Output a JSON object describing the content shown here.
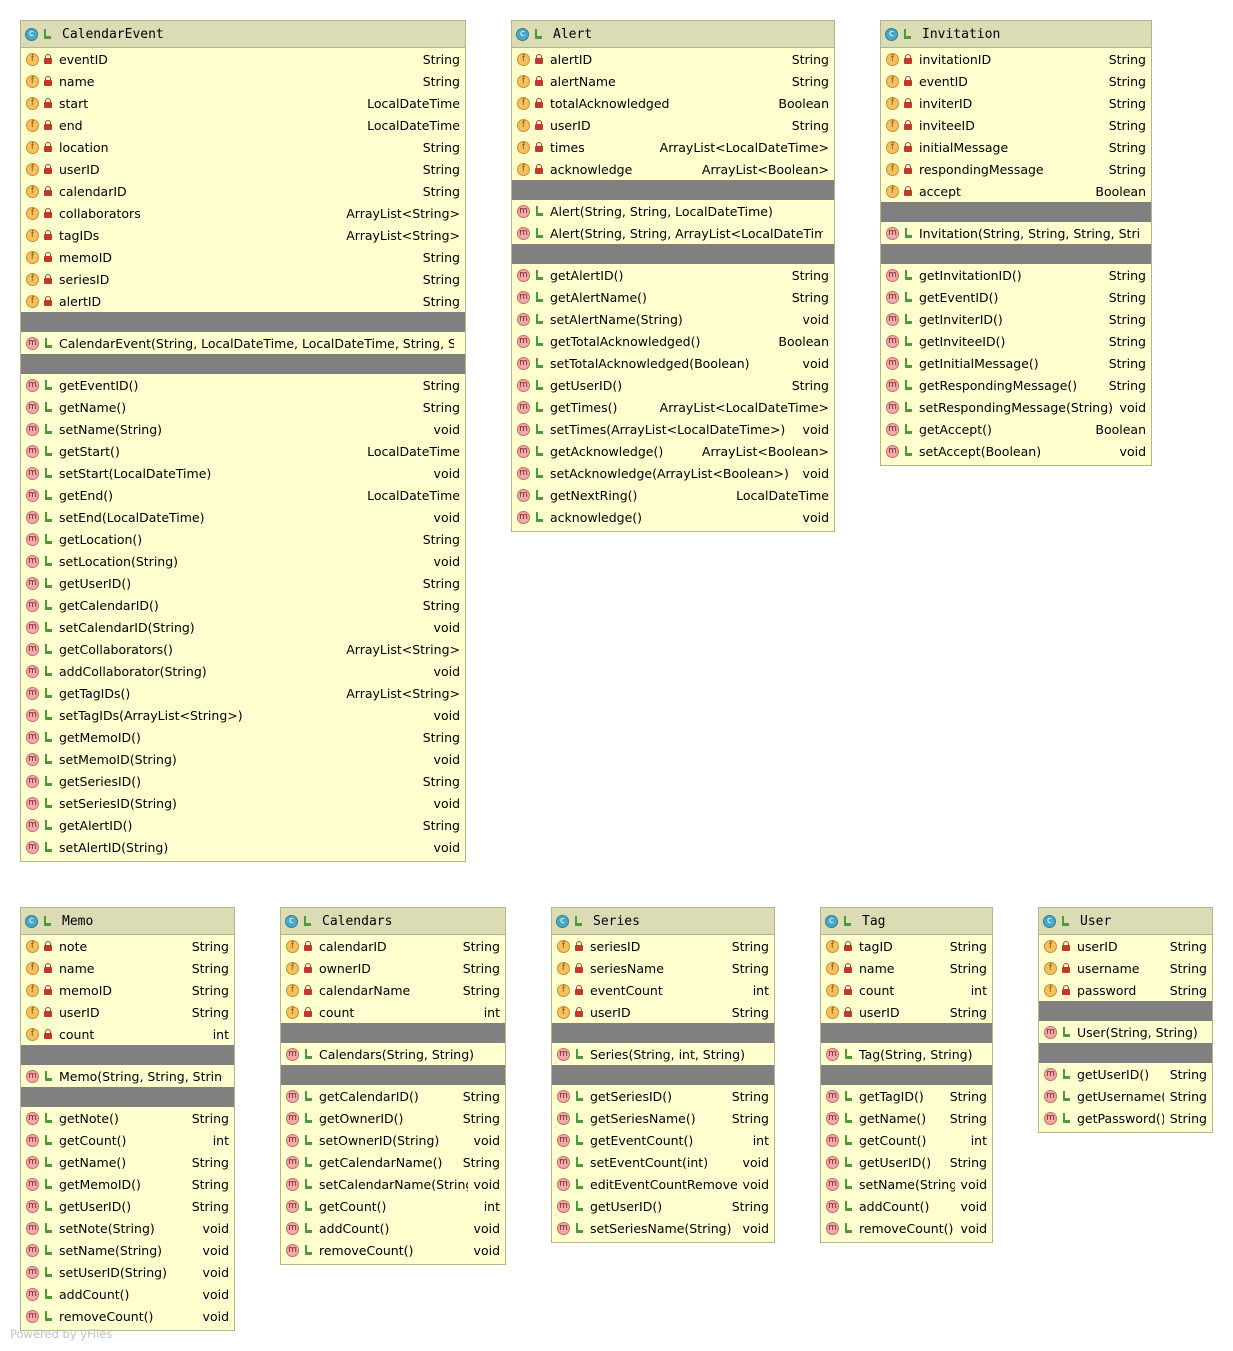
{
  "colors": {
    "class_body": "#fefece",
    "class_header": "#dcdcb4",
    "separator": "#808080",
    "field_badge": "#f5c061",
    "method_badge": "#f2a9a9",
    "class_badge": "#4aa8c8"
  },
  "icons": {
    "class": "class-c-icon",
    "field": "field-f-icon",
    "method": "method-m-icon",
    "private": "lock-icon",
    "public": "public-visibility-icon"
  },
  "watermark": "Powered by yFiles",
  "classes": [
    {
      "id": "calendarevent",
      "name": "CalendarEvent",
      "fields": [
        {
          "name": "eventID",
          "type": "String"
        },
        {
          "name": "name",
          "type": "String"
        },
        {
          "name": "start",
          "type": "LocalDateTime"
        },
        {
          "name": "end",
          "type": "LocalDateTime"
        },
        {
          "name": "location",
          "type": "String"
        },
        {
          "name": "userID",
          "type": "String"
        },
        {
          "name": "calendarID",
          "type": "String"
        },
        {
          "name": "collaborators",
          "type": "ArrayList<String>"
        },
        {
          "name": "tagIDs",
          "type": "ArrayList<String>"
        },
        {
          "name": "memoID",
          "type": "String"
        },
        {
          "name": "seriesID",
          "type": "String"
        },
        {
          "name": "alertID",
          "type": "String"
        }
      ],
      "constructors": [
        {
          "name": "CalendarEvent(String, LocalDateTime, LocalDateTime, String, String)",
          "type": ""
        }
      ],
      "methods": [
        {
          "name": "getEventID()",
          "type": "String"
        },
        {
          "name": "getName()",
          "type": "String"
        },
        {
          "name": "setName(String)",
          "type": "void"
        },
        {
          "name": "getStart()",
          "type": "LocalDateTime"
        },
        {
          "name": "setStart(LocalDateTime)",
          "type": "void"
        },
        {
          "name": "getEnd()",
          "type": "LocalDateTime"
        },
        {
          "name": "setEnd(LocalDateTime)",
          "type": "void"
        },
        {
          "name": "getLocation()",
          "type": "String"
        },
        {
          "name": "setLocation(String)",
          "type": "void"
        },
        {
          "name": "getUserID()",
          "type": "String"
        },
        {
          "name": "getCalendarID()",
          "type": "String"
        },
        {
          "name": "setCalendarID(String)",
          "type": "void"
        },
        {
          "name": "getCollaborators()",
          "type": "ArrayList<String>"
        },
        {
          "name": "addCollaborator(String)",
          "type": "void"
        },
        {
          "name": "getTagIDs()",
          "type": "ArrayList<String>"
        },
        {
          "name": "setTagIDs(ArrayList<String>)",
          "type": "void"
        },
        {
          "name": "getMemoID()",
          "type": "String"
        },
        {
          "name": "setMemoID(String)",
          "type": "void"
        },
        {
          "name": "getSeriesID()",
          "type": "String"
        },
        {
          "name": "setSeriesID(String)",
          "type": "void"
        },
        {
          "name": "getAlertID()",
          "type": "String"
        },
        {
          "name": "setAlertID(String)",
          "type": "void"
        }
      ]
    },
    {
      "id": "alert",
      "name": "Alert",
      "fields": [
        {
          "name": "alertID",
          "type": "String"
        },
        {
          "name": "alertName",
          "type": "String"
        },
        {
          "name": "totalAcknowledged",
          "type": "Boolean"
        },
        {
          "name": "userID",
          "type": "String"
        },
        {
          "name": "times",
          "type": "ArrayList<LocalDateTime>"
        },
        {
          "name": "acknowledge",
          "type": "ArrayList<Boolean>"
        }
      ],
      "constructors": [
        {
          "name": "Alert(String, String, LocalDateTime)",
          "type": ""
        },
        {
          "name": "Alert(String, String, ArrayList<LocalDateTime>)",
          "type": ""
        }
      ],
      "methods": [
        {
          "name": "getAlertID()",
          "type": "String"
        },
        {
          "name": "getAlertName()",
          "type": "String"
        },
        {
          "name": "setAlertName(String)",
          "type": "void"
        },
        {
          "name": "getTotalAcknowledged()",
          "type": "Boolean"
        },
        {
          "name": "setTotalAcknowledged(Boolean)",
          "type": "void"
        },
        {
          "name": "getUserID()",
          "type": "String"
        },
        {
          "name": "getTimes()",
          "type": "ArrayList<LocalDateTime>"
        },
        {
          "name": "setTimes(ArrayList<LocalDateTime>)",
          "type": "void"
        },
        {
          "name": "getAcknowledge()",
          "type": "ArrayList<Boolean>"
        },
        {
          "name": "setAcknowledge(ArrayList<Boolean>)",
          "type": "void"
        },
        {
          "name": "getNextRing()",
          "type": "LocalDateTime"
        },
        {
          "name": "acknowledge()",
          "type": "void"
        }
      ]
    },
    {
      "id": "invitation",
      "name": "Invitation",
      "fields": [
        {
          "name": "invitationID",
          "type": "String"
        },
        {
          "name": "eventID",
          "type": "String"
        },
        {
          "name": "inviterID",
          "type": "String"
        },
        {
          "name": "inviteeID",
          "type": "String"
        },
        {
          "name": "initialMessage",
          "type": "String"
        },
        {
          "name": "respondingMessage",
          "type": "String"
        },
        {
          "name": "accept",
          "type": "Boolean"
        }
      ],
      "constructors": [
        {
          "name": "Invitation(String, String, String, String)",
          "type": ""
        }
      ],
      "methods": [
        {
          "name": "getInvitationID()",
          "type": "String"
        },
        {
          "name": "getEventID()",
          "type": "String"
        },
        {
          "name": "getInviterID()",
          "type": "String"
        },
        {
          "name": "getInviteeID()",
          "type": "String"
        },
        {
          "name": "getInitialMessage()",
          "type": "String"
        },
        {
          "name": "getRespondingMessage()",
          "type": "String"
        },
        {
          "name": "setRespondingMessage(String)",
          "type": "void"
        },
        {
          "name": "getAccept()",
          "type": "Boolean"
        },
        {
          "name": "setAccept(Boolean)",
          "type": "void"
        }
      ]
    },
    {
      "id": "memo",
      "name": "Memo",
      "fields": [
        {
          "name": "note",
          "type": "String"
        },
        {
          "name": "name",
          "type": "String"
        },
        {
          "name": "memoID",
          "type": "String"
        },
        {
          "name": "userID",
          "type": "String"
        },
        {
          "name": "count",
          "type": "int"
        }
      ],
      "constructors": [
        {
          "name": "Memo(String, String, String)",
          "type": ""
        }
      ],
      "methods": [
        {
          "name": "getNote()",
          "type": "String"
        },
        {
          "name": "getCount()",
          "type": "int"
        },
        {
          "name": "getName()",
          "type": "String"
        },
        {
          "name": "getMemoID()",
          "type": "String"
        },
        {
          "name": "getUserID()",
          "type": "String"
        },
        {
          "name": "setNote(String)",
          "type": "void"
        },
        {
          "name": "setName(String)",
          "type": "void"
        },
        {
          "name": "setUserID(String)",
          "type": "void"
        },
        {
          "name": "addCount()",
          "type": "void"
        },
        {
          "name": "removeCount()",
          "type": "void"
        }
      ]
    },
    {
      "id": "calendars",
      "name": "Calendars",
      "fields": [
        {
          "name": "calendarID",
          "type": "String"
        },
        {
          "name": "ownerID",
          "type": "String"
        },
        {
          "name": "calendarName",
          "type": "String"
        },
        {
          "name": "count",
          "type": "int"
        }
      ],
      "constructors": [
        {
          "name": "Calendars(String, String)",
          "type": ""
        }
      ],
      "methods": [
        {
          "name": "getCalendarID()",
          "type": "String"
        },
        {
          "name": "getOwnerID()",
          "type": "String"
        },
        {
          "name": "setOwnerID(String)",
          "type": "void"
        },
        {
          "name": "getCalendarName()",
          "type": "String"
        },
        {
          "name": "setCalendarName(String)",
          "type": "void"
        },
        {
          "name": "getCount()",
          "type": "int"
        },
        {
          "name": "addCount()",
          "type": "void"
        },
        {
          "name": "removeCount()",
          "type": "void"
        }
      ]
    },
    {
      "id": "series",
      "name": "Series",
      "fields": [
        {
          "name": "seriesID",
          "type": "String"
        },
        {
          "name": "seriesName",
          "type": "String"
        },
        {
          "name": "eventCount",
          "type": "int"
        },
        {
          "name": "userID",
          "type": "String"
        }
      ],
      "constructors": [
        {
          "name": "Series(String, int, String)",
          "type": ""
        }
      ],
      "methods": [
        {
          "name": "getSeriesID()",
          "type": "String"
        },
        {
          "name": "getSeriesName()",
          "type": "String"
        },
        {
          "name": "getEventCount()",
          "type": "int"
        },
        {
          "name": "setEventCount(int)",
          "type": "void"
        },
        {
          "name": "editEventCountRemove()",
          "type": "void"
        },
        {
          "name": "getUserID()",
          "type": "String"
        },
        {
          "name": "setSeriesName(String)",
          "type": "void"
        }
      ]
    },
    {
      "id": "tag",
      "name": "Tag",
      "fields": [
        {
          "name": "tagID",
          "type": "String"
        },
        {
          "name": "name",
          "type": "String"
        },
        {
          "name": "count",
          "type": "int"
        },
        {
          "name": "userID",
          "type": "String"
        }
      ],
      "constructors": [
        {
          "name": "Tag(String, String)",
          "type": ""
        }
      ],
      "methods": [
        {
          "name": "getTagID()",
          "type": "String"
        },
        {
          "name": "getName()",
          "type": "String"
        },
        {
          "name": "getCount()",
          "type": "int"
        },
        {
          "name": "getUserID()",
          "type": "String"
        },
        {
          "name": "setName(String)",
          "type": "void"
        },
        {
          "name": "addCount()",
          "type": "void"
        },
        {
          "name": "removeCount()",
          "type": "void"
        }
      ]
    },
    {
      "id": "user",
      "name": "User",
      "fields": [
        {
          "name": "userID",
          "type": "String"
        },
        {
          "name": "username",
          "type": "String"
        },
        {
          "name": "password",
          "type": "String"
        }
      ],
      "constructors": [
        {
          "name": "User(String, String)",
          "type": ""
        }
      ],
      "methods": [
        {
          "name": "getUserID()",
          "type": "String"
        },
        {
          "name": "getUsername()",
          "type": "String"
        },
        {
          "name": "getPassword()",
          "type": "String"
        }
      ]
    }
  ]
}
